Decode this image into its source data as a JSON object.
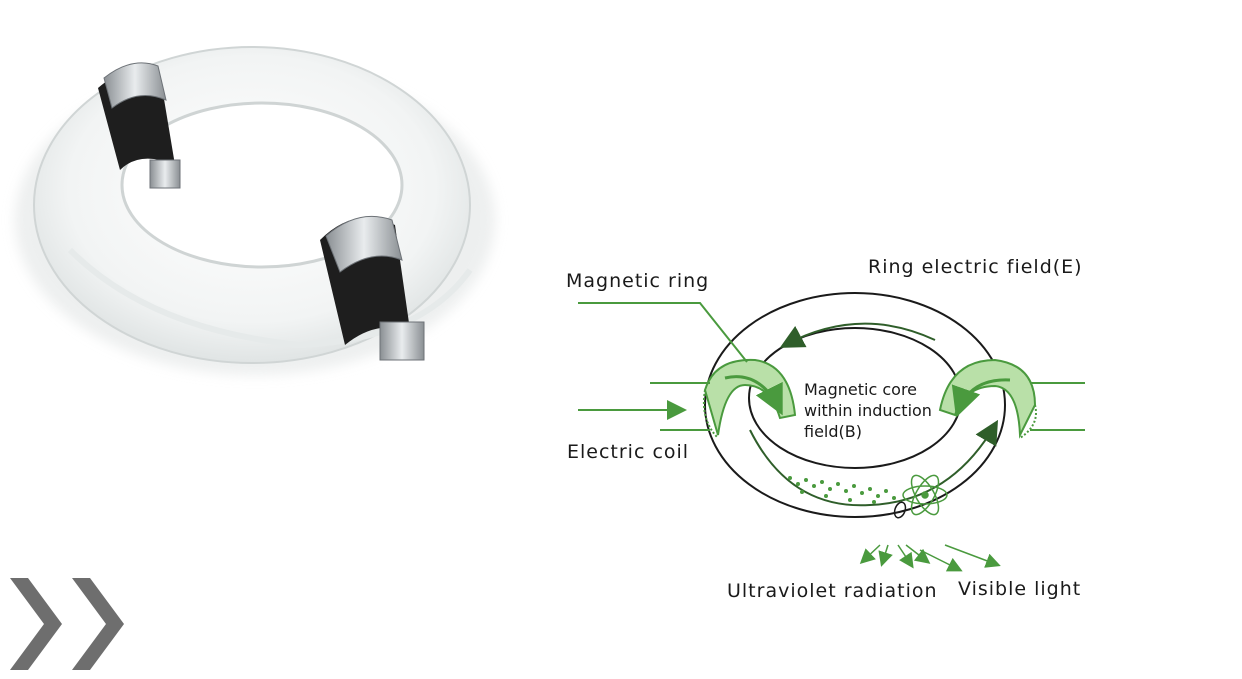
{
  "labels": {
    "magnetic_ring": "Magnetic ring",
    "ring_electric_field": "Ring electric field(E)",
    "electric_coil": "Electric coil",
    "magnetic_core_line1": "Magnetic core",
    "magnetic_core_line2": "within induction",
    "magnetic_core_line3": "field(B)",
    "ultraviolet_radiation": "Ultraviolet radiation",
    "visible_light": "Visible light"
  },
  "colors": {
    "accent_green": "#4a9a3e",
    "light_green": "#b9e0a8",
    "line_dark": "#1a1a1a",
    "chevron_gray": "#6e6e6e"
  },
  "icons": {
    "photo": "induction-lamp-ring-photo",
    "chevrons": "double-chevron-right-icon"
  }
}
